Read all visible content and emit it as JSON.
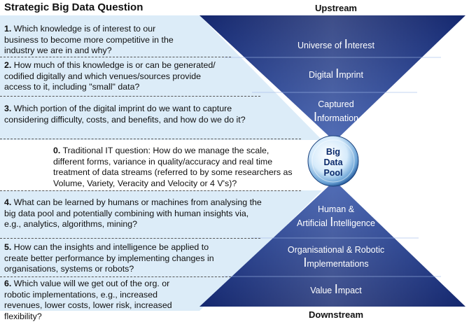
{
  "header": {
    "title": "Strategic Big Data Question",
    "upstream": "Upstream",
    "downstream": "Downstream"
  },
  "questions": [
    {
      "num": "1.",
      "text": "Which knowledge is of interest to our business to become more competitive in the industry we are in and why?"
    },
    {
      "num": "2.",
      "text": "How much of this knowledge is or can be generated/ codified digitally and which venues/sources provide access to it, including \"small\" data?"
    },
    {
      "num": "3.",
      "text": "Which portion of the digital imprint do we want to capture considering difficulty, costs, and benefits, and how do we do it?"
    },
    {
      "num": "0.",
      "text": "Traditional IT question: How do we manage the scale, different forms, variance in quality/accuracy and real time treatment of data streams (referred to by some researchers as Volume, Variety, Veracity and Velocity or 4 V's)?"
    },
    {
      "num": "4.",
      "text": "What can be learned by humans or machines from analysing the big data pool and potentially combining with human insights via, e.g., analytics, algorithms, mining?"
    },
    {
      "num": "5.",
      "text": "How can the insights and intelligence be applied to create better performance by implementing changes in organisations, systems or robots?"
    },
    {
      "num": "6.",
      "text": "Which value will we get out of the org. or robotic implementations, e.g., increased revenues, lower costs, lower risk, increased flexibility?"
    }
  ],
  "upper_funnel": [
    {
      "pre": "Universe of ",
      "big": "I",
      "post": "nterest"
    },
    {
      "pre": "Digital ",
      "big": "I",
      "post": "mprint"
    },
    {
      "pre": "Captured",
      "big": "I",
      "post": "nformation"
    }
  ],
  "lower_funnel": [
    {
      "pre": "Human &",
      "big": "I",
      "post": "ntelligence",
      "pre2": "Artificial "
    },
    {
      "pre": "Organisational & Robotic",
      "big": "I",
      "post": "mplementations"
    },
    {
      "pre": "Value ",
      "big": "I",
      "post": "mpact"
    }
  ],
  "pool": {
    "line1": "Big",
    "line2": "Data",
    "line3": "Pool"
  },
  "colors": {
    "funnel_dark": "#14276e",
    "funnel_mid": "#2d4fa8",
    "funnel_light": "#3a63c4",
    "question_bg": "#dcecf8",
    "pool_fill": "#e8f4ff"
  }
}
